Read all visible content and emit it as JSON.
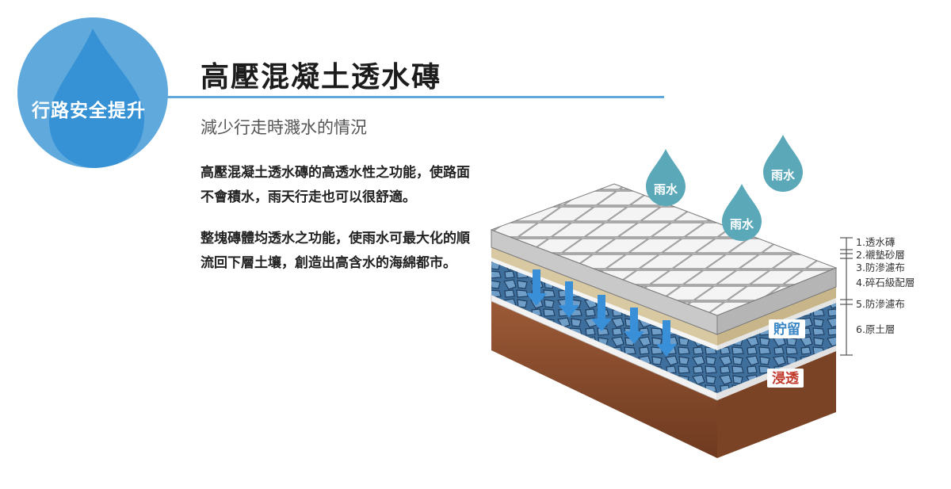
{
  "badge": {
    "label": "行路安全提升",
    "color": "#5fa9dd"
  },
  "header": {
    "title": "高壓混凝土透水磚",
    "subtitle": "減少行走時濺水的情況",
    "accent": "#5fa9dd"
  },
  "body": {
    "paragraph1": "高壓混凝土透水磚的高透水性之功能，使路面不會積水，雨天行走也可以很舒適。",
    "paragraph2": "整塊磚體均透水之功能，使雨水可最大化的順流回下層土壤，創造出高含水的海綿都市。"
  },
  "diagram": {
    "raindrops": [
      "雨水",
      "雨水",
      "雨水"
    ],
    "layers": [
      {
        "label": "1.透水磚"
      },
      {
        "label": "2.襯墊砂層"
      },
      {
        "label": "3.防滲濾布"
      },
      {
        "label": "4.碎石級配層"
      },
      {
        "label": "5.防滲濾布"
      },
      {
        "label": "6.原土層"
      }
    ],
    "storage_label": "貯留",
    "infiltration_label": "浸透",
    "colors": {
      "raindrop": "#5aa8b8",
      "storage_text": "#3a86c4",
      "infiltration_text": "#c0392b",
      "soil": "#8d4f30",
      "gravel": "#3f6f9d",
      "sand": "#d8c9a2",
      "paver": "#d9d9d9"
    }
  }
}
